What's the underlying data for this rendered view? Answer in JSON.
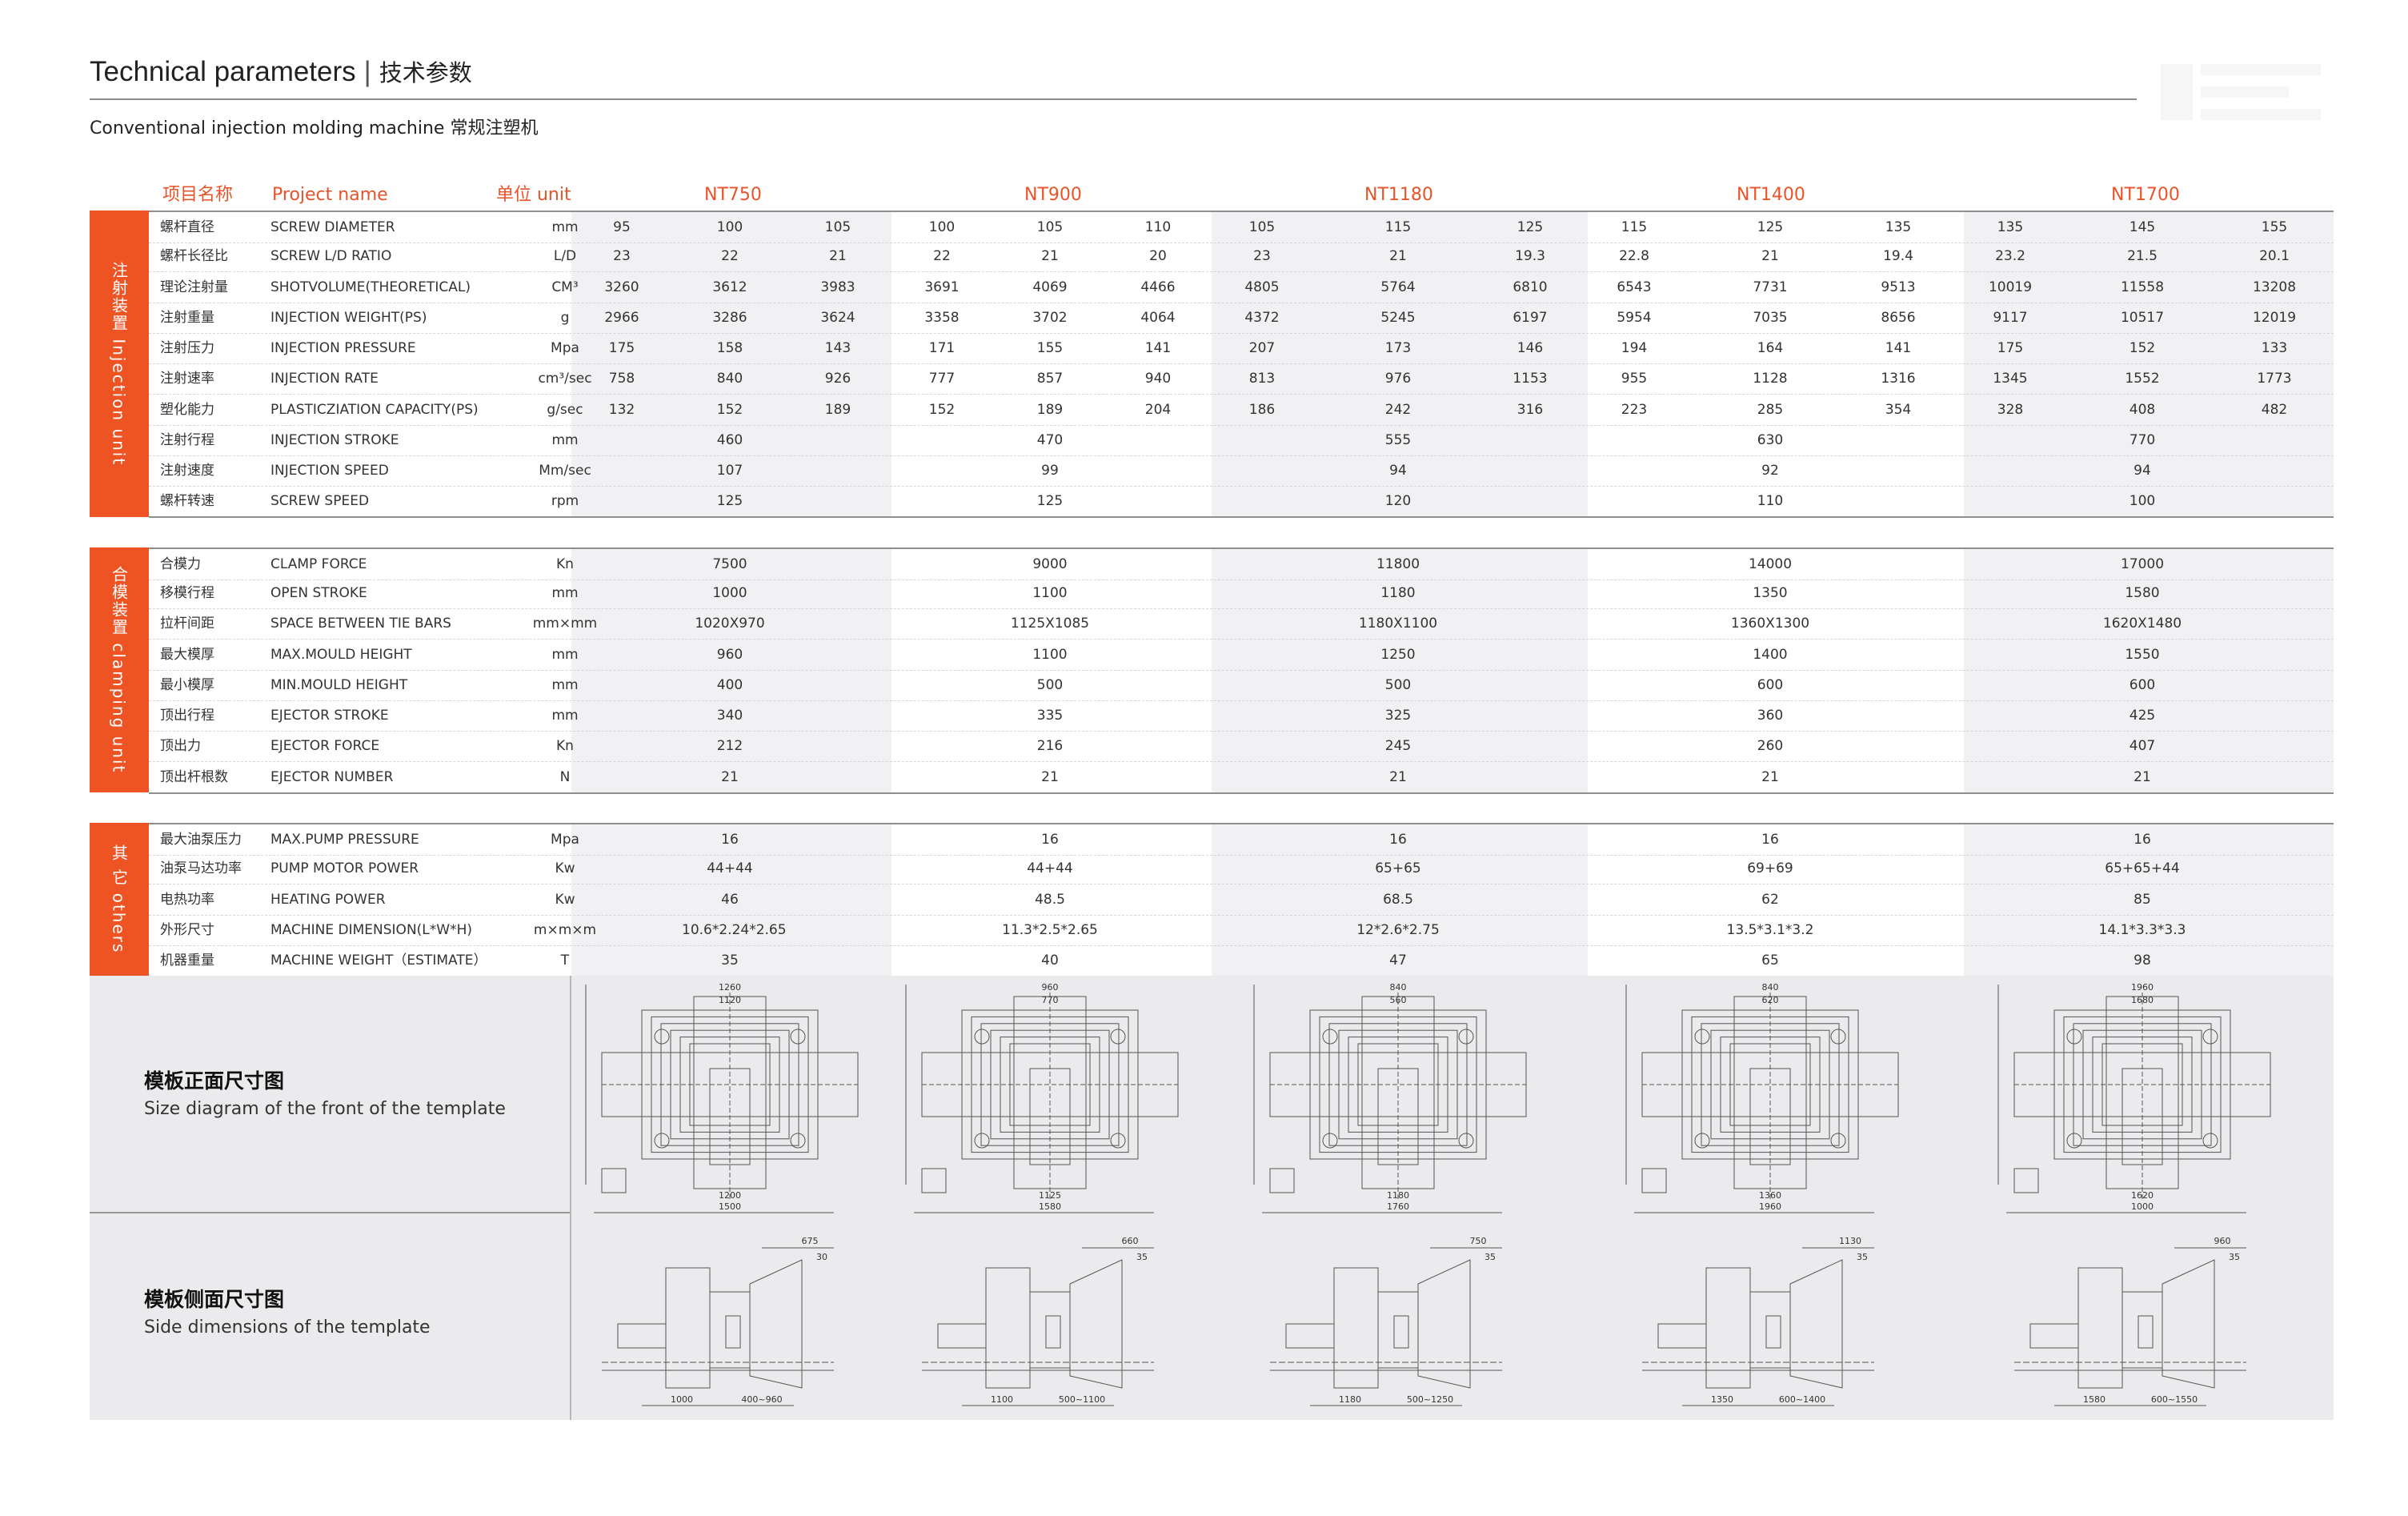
{
  "header": {
    "title": "Technical parameters",
    "separator": "|",
    "title_cn": "技术参数",
    "subtitle": "Conventional injection molding machine  常规注塑机"
  },
  "columns": {
    "item_cn": "项目名称",
    "item_en": "Project name",
    "unit": "单位 unit",
    "models": [
      "NT750",
      "NT900",
      "NT1180",
      "NT1400",
      "NT1700"
    ]
  },
  "sections": [
    {
      "label": "注射装置 Injection unit",
      "rows": [
        {
          "cn": "螺杆直径",
          "en": "SCREW DIAMETER",
          "unit": "mm",
          "values": [
            [
              "95",
              "100",
              "105"
            ],
            [
              "100",
              "105",
              "110"
            ],
            [
              "105",
              "115",
              "125"
            ],
            [
              "115",
              "125",
              "135"
            ],
            [
              "135",
              "145",
              "155"
            ]
          ]
        },
        {
          "cn": "螺杆长径比",
          "en": "SCREW L/D RATIO",
          "unit": "L/D",
          "values": [
            [
              "23",
              "22",
              "21"
            ],
            [
              "22",
              "21",
              "20"
            ],
            [
              "23",
              "21",
              "19.3"
            ],
            [
              "22.8",
              "21",
              "19.4"
            ],
            [
              "23.2",
              "21.5",
              "20.1"
            ]
          ]
        },
        {
          "cn": "理论注射量",
          "en": "SHOTVOLUME(THEORETICAL)",
          "unit": "CM³",
          "values": [
            [
              "3260",
              "3612",
              "3983"
            ],
            [
              "3691",
              "4069",
              "4466"
            ],
            [
              "4805",
              "5764",
              "6810"
            ],
            [
              "6543",
              "7731",
              "9513"
            ],
            [
              "10019",
              "11558",
              "13208"
            ]
          ]
        },
        {
          "cn": "注射重量",
          "en": "INJECTION WEIGHT(PS)",
          "unit": "g",
          "values": [
            [
              "2966",
              "3286",
              "3624"
            ],
            [
              "3358",
              "3702",
              "4064"
            ],
            [
              "4372",
              "5245",
              "6197"
            ],
            [
              "5954",
              "7035",
              "8656"
            ],
            [
              "9117",
              "10517",
              "12019"
            ]
          ]
        },
        {
          "cn": "注射压力",
          "en": "INJECTION PRESSURE",
          "unit": "Mpa",
          "values": [
            [
              "175",
              "158",
              "143"
            ],
            [
              "171",
              "155",
              "141"
            ],
            [
              "207",
              "173",
              "146"
            ],
            [
              "194",
              "164",
              "141"
            ],
            [
              "175",
              "152",
              "133"
            ]
          ]
        },
        {
          "cn": "注射速率",
          "en": "INJECTION RATE",
          "unit": "cm³/sec",
          "values": [
            [
              "758",
              "840",
              "926"
            ],
            [
              "777",
              "857",
              "940"
            ],
            [
              "813",
              "976",
              "1153"
            ],
            [
              "955",
              "1128",
              "1316"
            ],
            [
              "1345",
              "1552",
              "1773"
            ]
          ]
        },
        {
          "cn": "塑化能力",
          "en": "PLASTICZIATION CAPACITY(PS)",
          "unit": "g/sec",
          "values": [
            [
              "132",
              "152",
              "189"
            ],
            [
              "152",
              "189",
              "204"
            ],
            [
              "186",
              "242",
              "316"
            ],
            [
              "223",
              "285",
              "354"
            ],
            [
              "328",
              "408",
              "482"
            ]
          ]
        },
        {
          "cn": "注射行程",
          "en": "INJECTION STROKE",
          "unit": "mm",
          "values": [
            "460",
            "470",
            "555",
            "630",
            "770"
          ]
        },
        {
          "cn": "注射速度",
          "en": "INJECTION SPEED",
          "unit": "Mm/sec",
          "values": [
            "107",
            "99",
            "94",
            "92",
            "94"
          ]
        },
        {
          "cn": "螺杆转速",
          "en": "SCREW SPEED",
          "unit": "rpm",
          "values": [
            "125",
            "125",
            "120",
            "110",
            "100"
          ]
        }
      ]
    },
    {
      "label": "合模装置 clamping unit",
      "rows": [
        {
          "cn": "合模力",
          "en": "CLAMP FORCE",
          "unit": "Kn",
          "values": [
            "7500",
            "9000",
            "11800",
            "14000",
            "17000"
          ]
        },
        {
          "cn": "移模行程",
          "en": "OPEN STROKE",
          "unit": "mm",
          "values": [
            "1000",
            "1100",
            "1180",
            "1350",
            "1580"
          ]
        },
        {
          "cn": "拉杆间距",
          "en": "SPACE BETWEEN TIE BARS",
          "unit": "mm×mm",
          "values": [
            "1020X970",
            "1125X1085",
            "1180X1100",
            "1360X1300",
            "1620X1480"
          ]
        },
        {
          "cn": "最大模厚",
          "en": "MAX.MOULD HEIGHT",
          "unit": "mm",
          "values": [
            "960",
            "1100",
            "1250",
            "1400",
            "1550"
          ]
        },
        {
          "cn": "最小模厚",
          "en": "MIN.MOULD HEIGHT",
          "unit": "mm",
          "values": [
            "400",
            "500",
            "500",
            "600",
            "600"
          ]
        },
        {
          "cn": "顶出行程",
          "en": "EJECTOR STROKE",
          "unit": "mm",
          "values": [
            "340",
            "335",
            "325",
            "360",
            "425"
          ]
        },
        {
          "cn": "顶出力",
          "en": "EJECTOR FORCE",
          "unit": "Kn",
          "values": [
            "212",
            "216",
            "245",
            "260",
            "407"
          ]
        },
        {
          "cn": "顶出杆根数",
          "en": "EJECTOR NUMBER",
          "unit": "N",
          "values": [
            "21",
            "21",
            "21",
            "21",
            "21"
          ]
        }
      ]
    },
    {
      "label": "其 它 others",
      "rows": [
        {
          "cn": "最大油泵压力",
          "en": "MAX.PUMP PRESSURE",
          "unit": "Mpa",
          "values": [
            "16",
            "16",
            "16",
            "16",
            "16"
          ]
        },
        {
          "cn": "油泵马达功率",
          "en": "PUMP MOTOR POWER",
          "unit": "Kw",
          "values": [
            "44+44",
            "44+44",
            "65+65",
            "69+69",
            "65+65+44"
          ]
        },
        {
          "cn": "电热功率",
          "en": "HEATING POWER",
          "unit": "Kw",
          "values": [
            "46",
            "48.5",
            "68.5",
            "62",
            "85"
          ]
        },
        {
          "cn": "外形尺寸",
          "en": "MACHINE DIMENSION(L*W*H)",
          "unit": "m×m×m",
          "values": [
            "10.6*2.24*2.65",
            "11.3*2.5*2.65",
            "12*2.6*2.75",
            "13.5*3.1*3.2",
            "14.1*3.3*3.3"
          ]
        },
        {
          "cn": "机器重量",
          "en": "MACHINE WEIGHT（ESTIMATE）",
          "unit": "T",
          "values": [
            "35",
            "40",
            "47",
            "65",
            "98"
          ]
        }
      ]
    }
  ],
  "diagrams": {
    "front_cn": "模板正面尺寸图",
    "front_en": "Size diagram of the front of the template",
    "side_cn": "模板侧面尺寸图",
    "side_en": "Side dimensions of the template",
    "front_dims": [
      {
        "top": [
          "1260",
          "1120"
        ],
        "bottom": [
          "1200",
          "1500"
        ]
      },
      {
        "top": [
          "960",
          "770"
        ],
        "bottom": [
          "1125",
          "1580"
        ]
      },
      {
        "top": [
          "840",
          "560"
        ],
        "bottom": [
          "1180",
          "1760"
        ]
      },
      {
        "top": [
          "840",
          "620"
        ],
        "bottom": [
          "1360",
          "1960"
        ]
      },
      {
        "top": [
          "1960",
          "1680"
        ],
        "bottom": [
          "1620",
          "1000"
        ]
      }
    ],
    "side_dims": [
      {
        "top": [
          "675",
          "30"
        ],
        "bottom": [
          "1000",
          "400~960"
        ]
      },
      {
        "top": [
          "660",
          "35"
        ],
        "bottom": [
          "1100",
          "500~1100"
        ]
      },
      {
        "top": [
          "750",
          "35"
        ],
        "bottom": [
          "1180",
          "500~1250"
        ]
      },
      {
        "top": [
          "1130",
          "35"
        ],
        "bottom": [
          "1350",
          "600~1400"
        ]
      },
      {
        "top": [
          "960",
          "35"
        ],
        "bottom": [
          "1580",
          "600~1550"
        ]
      }
    ]
  }
}
